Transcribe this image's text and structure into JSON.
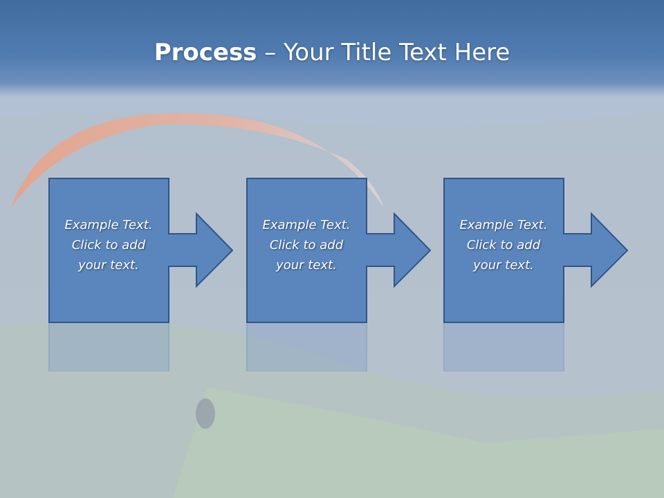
{
  "title": {
    "bold": "Process",
    "rest": " – Your Title Text Here"
  },
  "steps": [
    {
      "lines": [
        "Example Text.",
        "Click  to add",
        "your text."
      ]
    },
    {
      "lines": [
        "Example Text.",
        "Click  to add",
        "your text."
      ]
    },
    {
      "lines": [
        "Example Text.",
        "Click  to add",
        "your text."
      ]
    }
  ],
  "colors": {
    "title_band": "#4a76ab",
    "box_fill": "#5b86bd",
    "box_border": "#2f5588",
    "text": "#ffffff"
  }
}
